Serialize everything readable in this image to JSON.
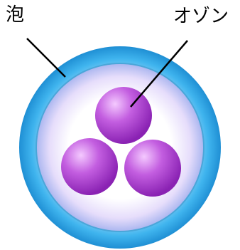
{
  "labels": {
    "bubble": "泡",
    "ozone": "オゾン"
  },
  "colors": {
    "bubble_outer_edge": "#1f8fd4",
    "bubble_ring": "#3fb4ee",
    "bubble_inner_edge": "#8fd3f6",
    "bubble_core": "#ffffff",
    "ozone_light": "#f4c9ff",
    "ozone_mid": "#b94fd9",
    "ozone_dark": "#8a22b3",
    "leader_line": "#000000"
  },
  "ozone_molecule_count": 3
}
